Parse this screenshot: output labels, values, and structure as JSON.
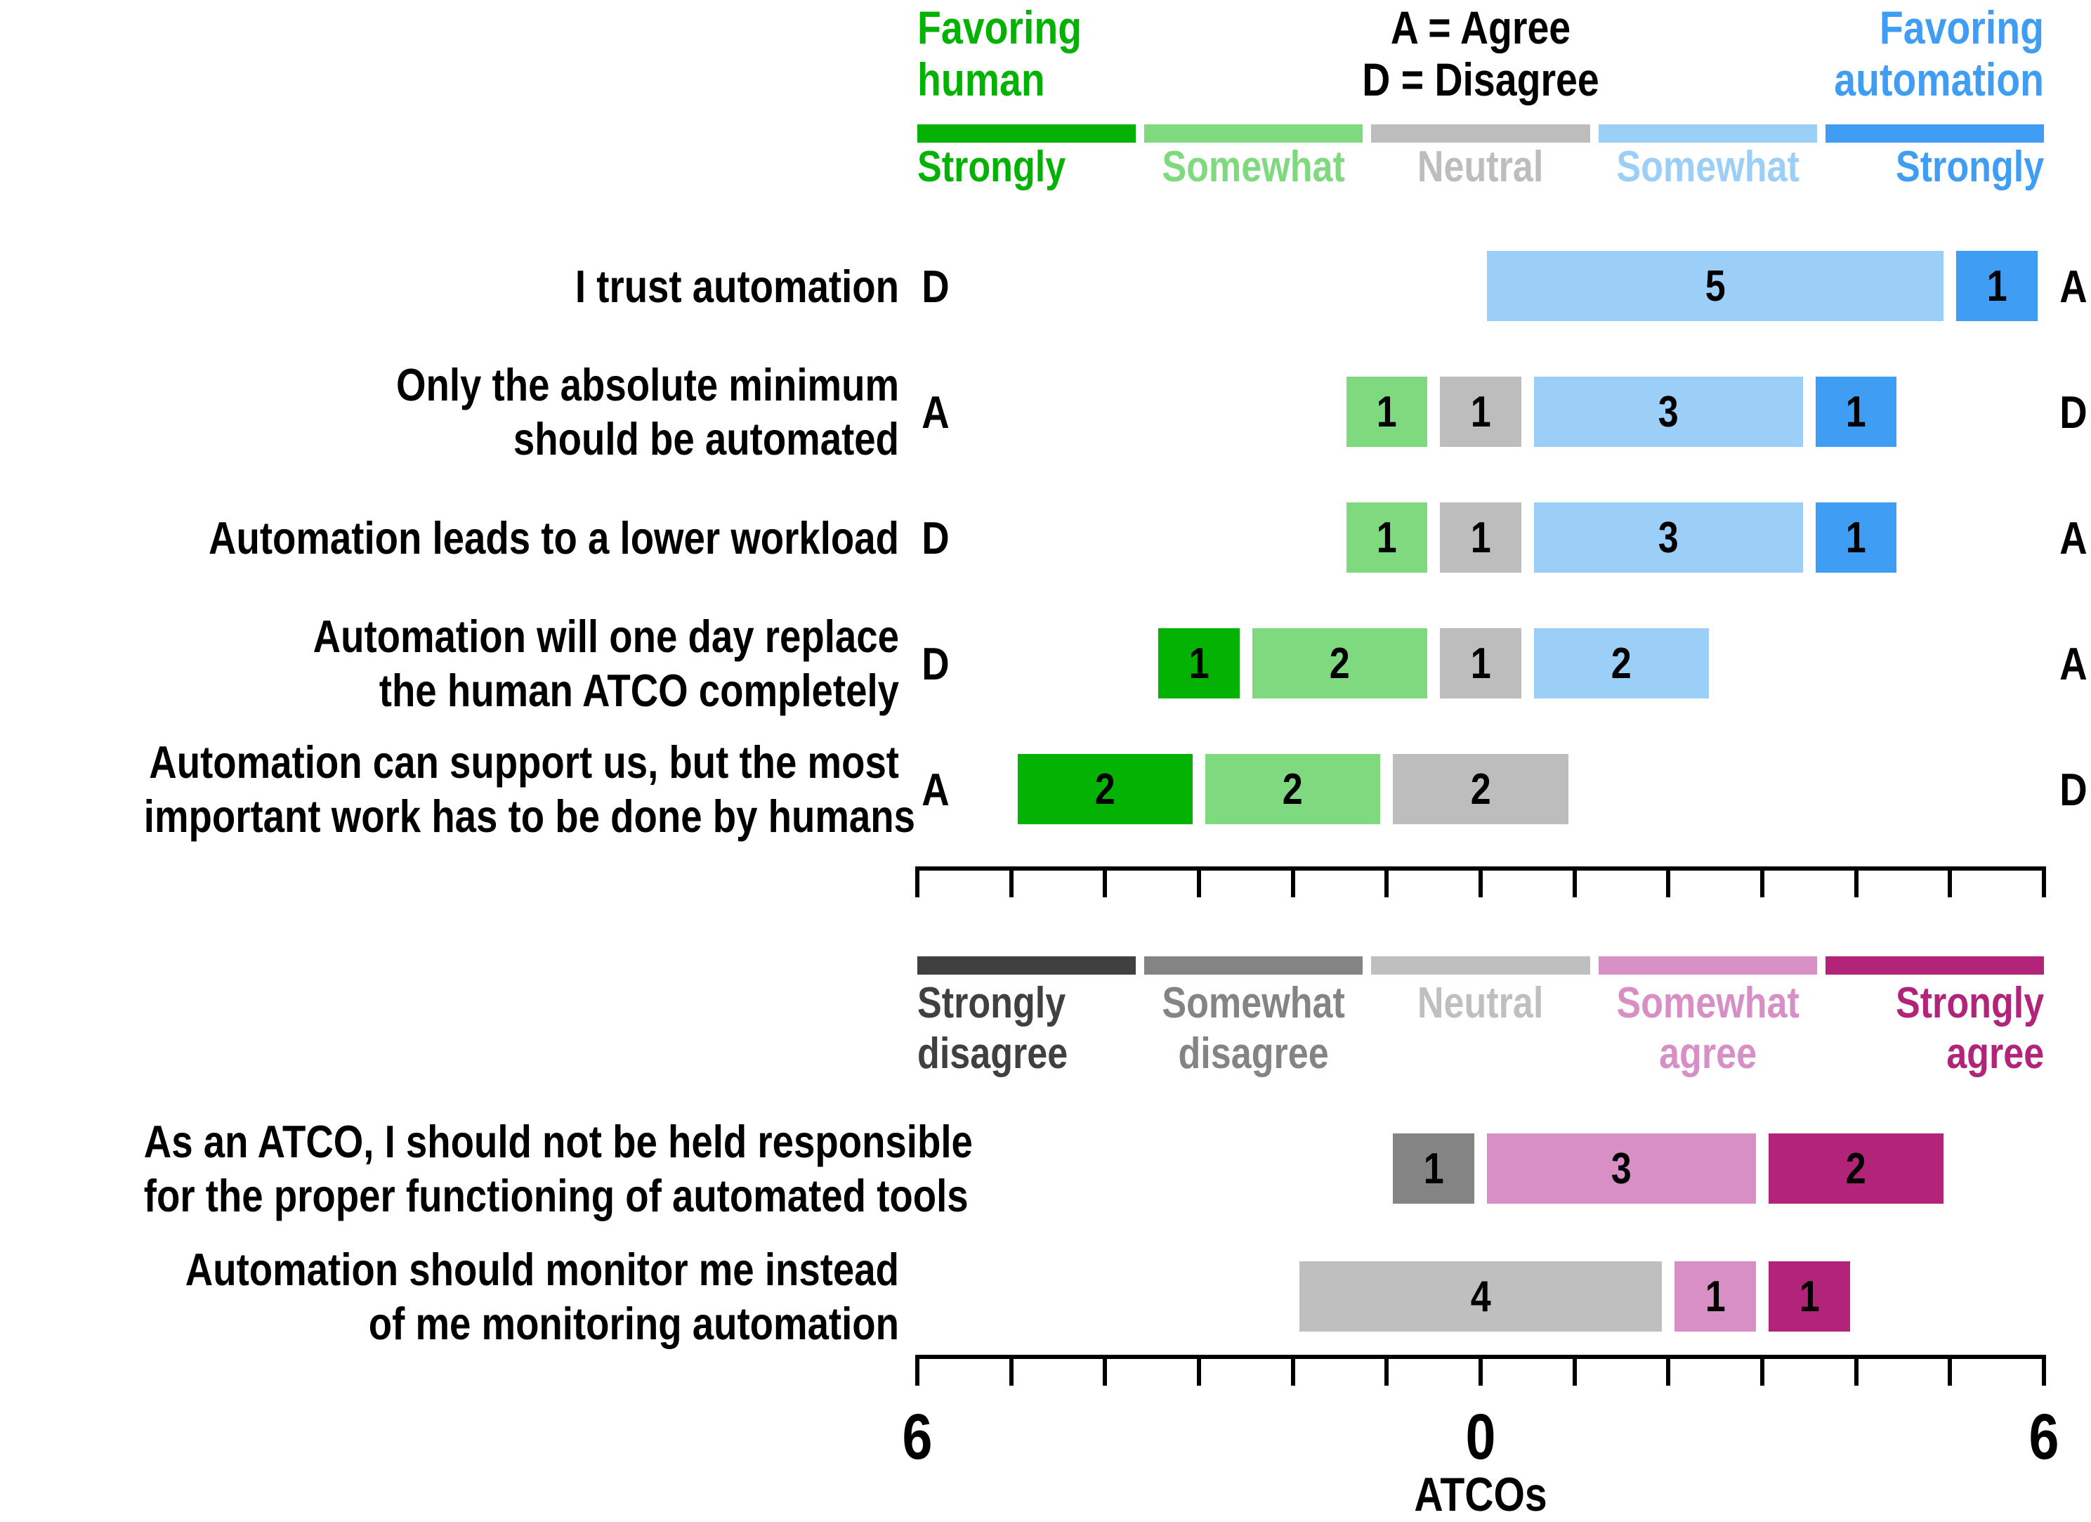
{
  "figure_type": "diverging stacked likert survey chart",
  "chart_data": [
    {
      "type": "bar",
      "subtype": "diverging_stacked_likert",
      "legend": {
        "left_title_lines": [
          "Favoring",
          "human"
        ],
        "center_title_lines": [
          "A = Agree",
          "D = Disagree"
        ],
        "right_title_lines": [
          "Favoring",
          "automation"
        ]
      },
      "categories": [
        {
          "label_lines": [
            "Strongly"
          ],
          "color": "#04b204"
        },
        {
          "label_lines": [
            "Somewhat"
          ],
          "color": "#7fd97f"
        },
        {
          "label_lines": [
            "Neutral"
          ],
          "color": "#bdbdbd"
        },
        {
          "label_lines": [
            "Somewhat"
          ],
          "color": "#9bcff8"
        },
        {
          "label_lines": [
            "Strongly"
          ],
          "color": "#3f9ef3"
        }
      ],
      "rows": [
        {
          "label_lines": [
            "I trust automation"
          ],
          "left_letter": "D",
          "right_letter": "A",
          "counts": [
            0,
            0,
            0,
            5,
            1
          ]
        },
        {
          "label_lines": [
            "Only the absolute minimum",
            "should be automated"
          ],
          "left_letter": "A",
          "right_letter": "D",
          "counts": [
            0,
            1,
            1,
            3,
            1
          ]
        },
        {
          "label_lines": [
            "Automation leads to a lower workload"
          ],
          "left_letter": "D",
          "right_letter": "A",
          "counts": [
            0,
            1,
            1,
            3,
            1
          ]
        },
        {
          "label_lines": [
            "Automation will one day replace",
            "the human ATCO completely"
          ],
          "left_letter": "D",
          "right_letter": "A",
          "counts": [
            1,
            2,
            1,
            2,
            0
          ]
        },
        {
          "label_lines": [
            "Automation can support us, but the most",
            "important work has to be done by humans"
          ],
          "left_letter": "A",
          "right_letter": "D",
          "counts": [
            2,
            2,
            2,
            0,
            0
          ]
        }
      ],
      "axis": {
        "min": -6,
        "max": 6,
        "tick_step": 1,
        "tick_labels": [],
        "xlabel": ""
      }
    },
    {
      "type": "bar",
      "subtype": "diverging_stacked_likert",
      "legend": {
        "left_title_lines": [],
        "center_title_lines": [],
        "right_title_lines": []
      },
      "categories": [
        {
          "label_lines": [
            "Strongly",
            "disagree"
          ],
          "color": "#404040"
        },
        {
          "label_lines": [
            "Somewhat",
            "disagree"
          ],
          "color": "#848484"
        },
        {
          "label_lines": [
            "Neutral"
          ],
          "color": "#bfbfbf"
        },
        {
          "label_lines": [
            "Somewhat",
            "agree"
          ],
          "color": "#d78fc5"
        },
        {
          "label_lines": [
            "Strongly",
            "agree"
          ],
          "color": "#b1247a"
        }
      ],
      "rows": [
        {
          "label_lines": [
            "As an ATCO, I should not be held responsible",
            "for the proper functioning of automated tools"
          ],
          "left_letter": "",
          "right_letter": "",
          "counts": [
            0,
            1,
            0,
            3,
            2
          ]
        },
        {
          "label_lines": [
            "Automation should monitor me instead",
            "of me monitoring automation"
          ],
          "left_letter": "",
          "right_letter": "",
          "counts": [
            0,
            0,
            4,
            1,
            1
          ]
        }
      ],
      "axis": {
        "min": -6,
        "max": 6,
        "tick_step": 1,
        "tick_labels": [
          {
            "value": -6,
            "label": "6"
          },
          {
            "value": 0,
            "label": "0"
          },
          {
            "value": 6,
            "label": "6"
          }
        ],
        "xlabel": "ATCOs"
      }
    }
  ]
}
